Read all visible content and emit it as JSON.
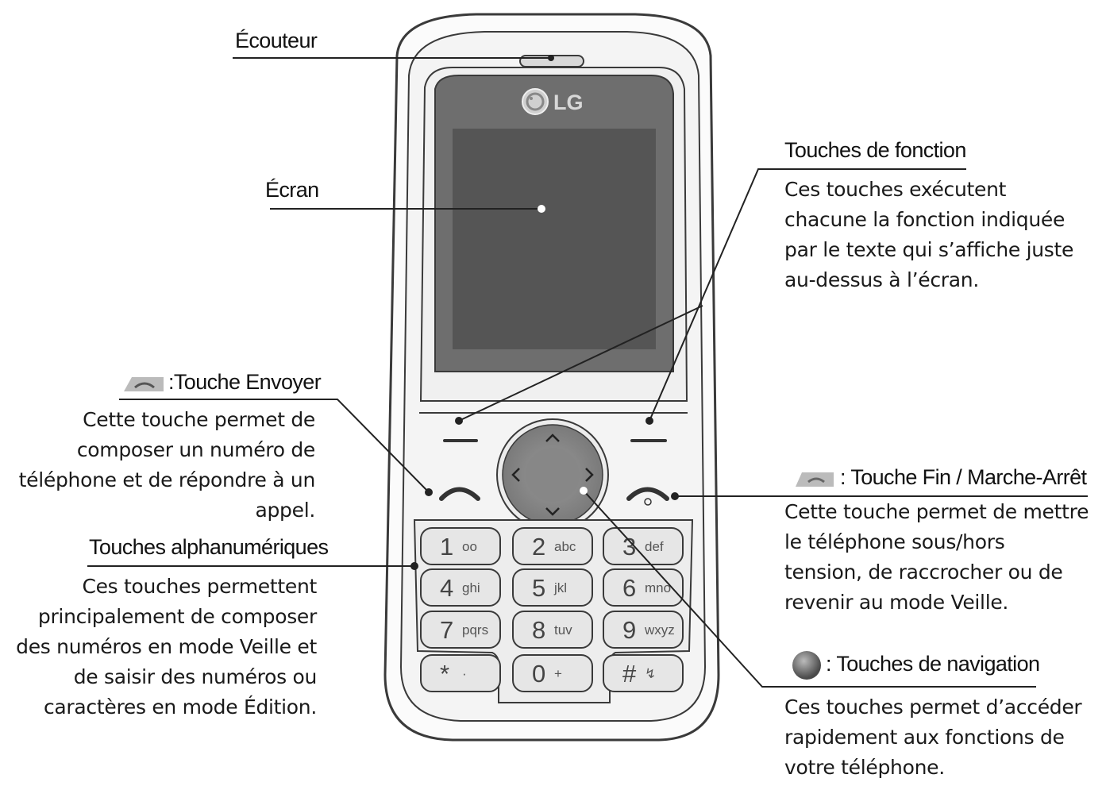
{
  "phone": {
    "logo": "LG",
    "keys": [
      {
        "digit": "1",
        "letters": "oo"
      },
      {
        "digit": "2",
        "letters": "abc"
      },
      {
        "digit": "3",
        "letters": "def"
      },
      {
        "digit": "4",
        "letters": "ghi"
      },
      {
        "digit": "5",
        "letters": "jkl"
      },
      {
        "digit": "6",
        "letters": "mno"
      },
      {
        "digit": "7",
        "letters": "pqrs"
      },
      {
        "digit": "8",
        "letters": "tuv"
      },
      {
        "digit": "9",
        "letters": "wxyz"
      },
      {
        "digit": "*",
        "letters": "·"
      },
      {
        "digit": "0",
        "letters": "+"
      },
      {
        "digit": "#",
        "letters": "↯"
      }
    ]
  },
  "labels": {
    "ecouteur": "Écouteur",
    "ecran": "Écran",
    "touche_envoyer": ":Touche Envoyer",
    "touche_envoyer_desc": "Cette touche permet de\ncomposer un numéro de\ntéléphone et de répondre à un\nappel.",
    "touches_alpha": "Touches alphanumériques",
    "touches_alpha_desc": "Ces touches permettent\nprincipalement de composer\ndes numéros en mode Veille et\nde saisir des numéros ou\ncaractères en mode Édition.",
    "touches_fonction": "Touches de fonction",
    "touches_fonction_desc": "Ces touches exécutent\nchacune la fonction indiquée\npar le texte qui s’affiche juste\nau-dessus à l’écran.",
    "touche_fin": ": Touche Fin / Marche-Arrêt",
    "touche_fin_desc": "Cette touche permet de mettre\nle téléphone sous/hors\ntension, de raccrocher ou de\nrevenir au mode Veille.",
    "touches_nav": ": Touches de navigation",
    "touches_nav_desc": "Ces touches permet d’accéder\nrapidement aux fonctions de\nvotre téléphone."
  },
  "colors": {
    "outline": "#3a3a3a",
    "screen": "#555555",
    "screen_frame": "#6e6e6e",
    "body_fill": "#f4f4f4",
    "key_fill": "#e6e6e6",
    "nav_fill": "#8a8a8a",
    "leader": "#222222"
  }
}
